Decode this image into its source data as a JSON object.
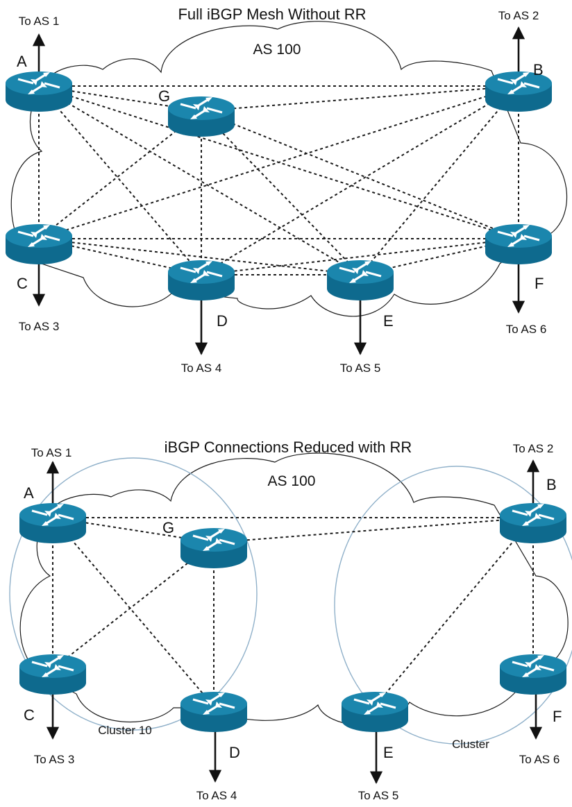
{
  "top": {
    "title": "Full iBGP Mesh Without RR",
    "as_label": "AS 100",
    "routers": [
      {
        "id": "A",
        "label": "A",
        "external": "To AS 1"
      },
      {
        "id": "B",
        "label": "B",
        "external": "To AS 2"
      },
      {
        "id": "C",
        "label": "C",
        "external": "To AS 3"
      },
      {
        "id": "D",
        "label": "D",
        "external": "To AS 4"
      },
      {
        "id": "E",
        "label": "E",
        "external": "To AS 5"
      },
      {
        "id": "F",
        "label": "F",
        "external": "To AS 6"
      },
      {
        "id": "G",
        "label": "G",
        "external": ""
      }
    ],
    "sessions": [
      [
        "A",
        "B"
      ],
      [
        "A",
        "C"
      ],
      [
        "A",
        "D"
      ],
      [
        "A",
        "E"
      ],
      [
        "A",
        "F"
      ],
      [
        "A",
        "G"
      ],
      [
        "B",
        "C"
      ],
      [
        "B",
        "D"
      ],
      [
        "B",
        "E"
      ],
      [
        "B",
        "F"
      ],
      [
        "B",
        "G"
      ],
      [
        "C",
        "D"
      ],
      [
        "C",
        "E"
      ],
      [
        "C",
        "F"
      ],
      [
        "C",
        "G"
      ],
      [
        "D",
        "E"
      ],
      [
        "D",
        "F"
      ],
      [
        "D",
        "G"
      ],
      [
        "E",
        "F"
      ],
      [
        "E",
        "G"
      ],
      [
        "F",
        "G"
      ]
    ]
  },
  "bottom": {
    "title": "iBGP Connections Reduced with RR",
    "as_label": "AS 100",
    "routers": [
      {
        "id": "A",
        "label": "A",
        "external": "To AS 1"
      },
      {
        "id": "B",
        "label": "B",
        "external": "To AS 2"
      },
      {
        "id": "C",
        "label": "C",
        "external": "To AS 3"
      },
      {
        "id": "D",
        "label": "D",
        "external": "To AS 4"
      },
      {
        "id": "E",
        "label": "E",
        "external": "To AS 5"
      },
      {
        "id": "F",
        "label": "F",
        "external": "To AS 6"
      },
      {
        "id": "G",
        "label": "G",
        "external": ""
      }
    ],
    "clusters": [
      {
        "id": "left",
        "label": "Cluster 10"
      },
      {
        "id": "right",
        "label": "Cluster"
      }
    ],
    "sessions": [
      [
        "A",
        "B"
      ],
      [
        "A",
        "G"
      ],
      [
        "A",
        "C"
      ],
      [
        "A",
        "D"
      ],
      [
        "G",
        "B"
      ],
      [
        "G",
        "C"
      ],
      [
        "G",
        "D"
      ],
      [
        "B",
        "E"
      ],
      [
        "B",
        "F"
      ]
    ]
  },
  "colors": {
    "router_body": "#0e6a8e",
    "router_top": "#1b86ad",
    "cluster_ring": "#8fb0c9"
  }
}
